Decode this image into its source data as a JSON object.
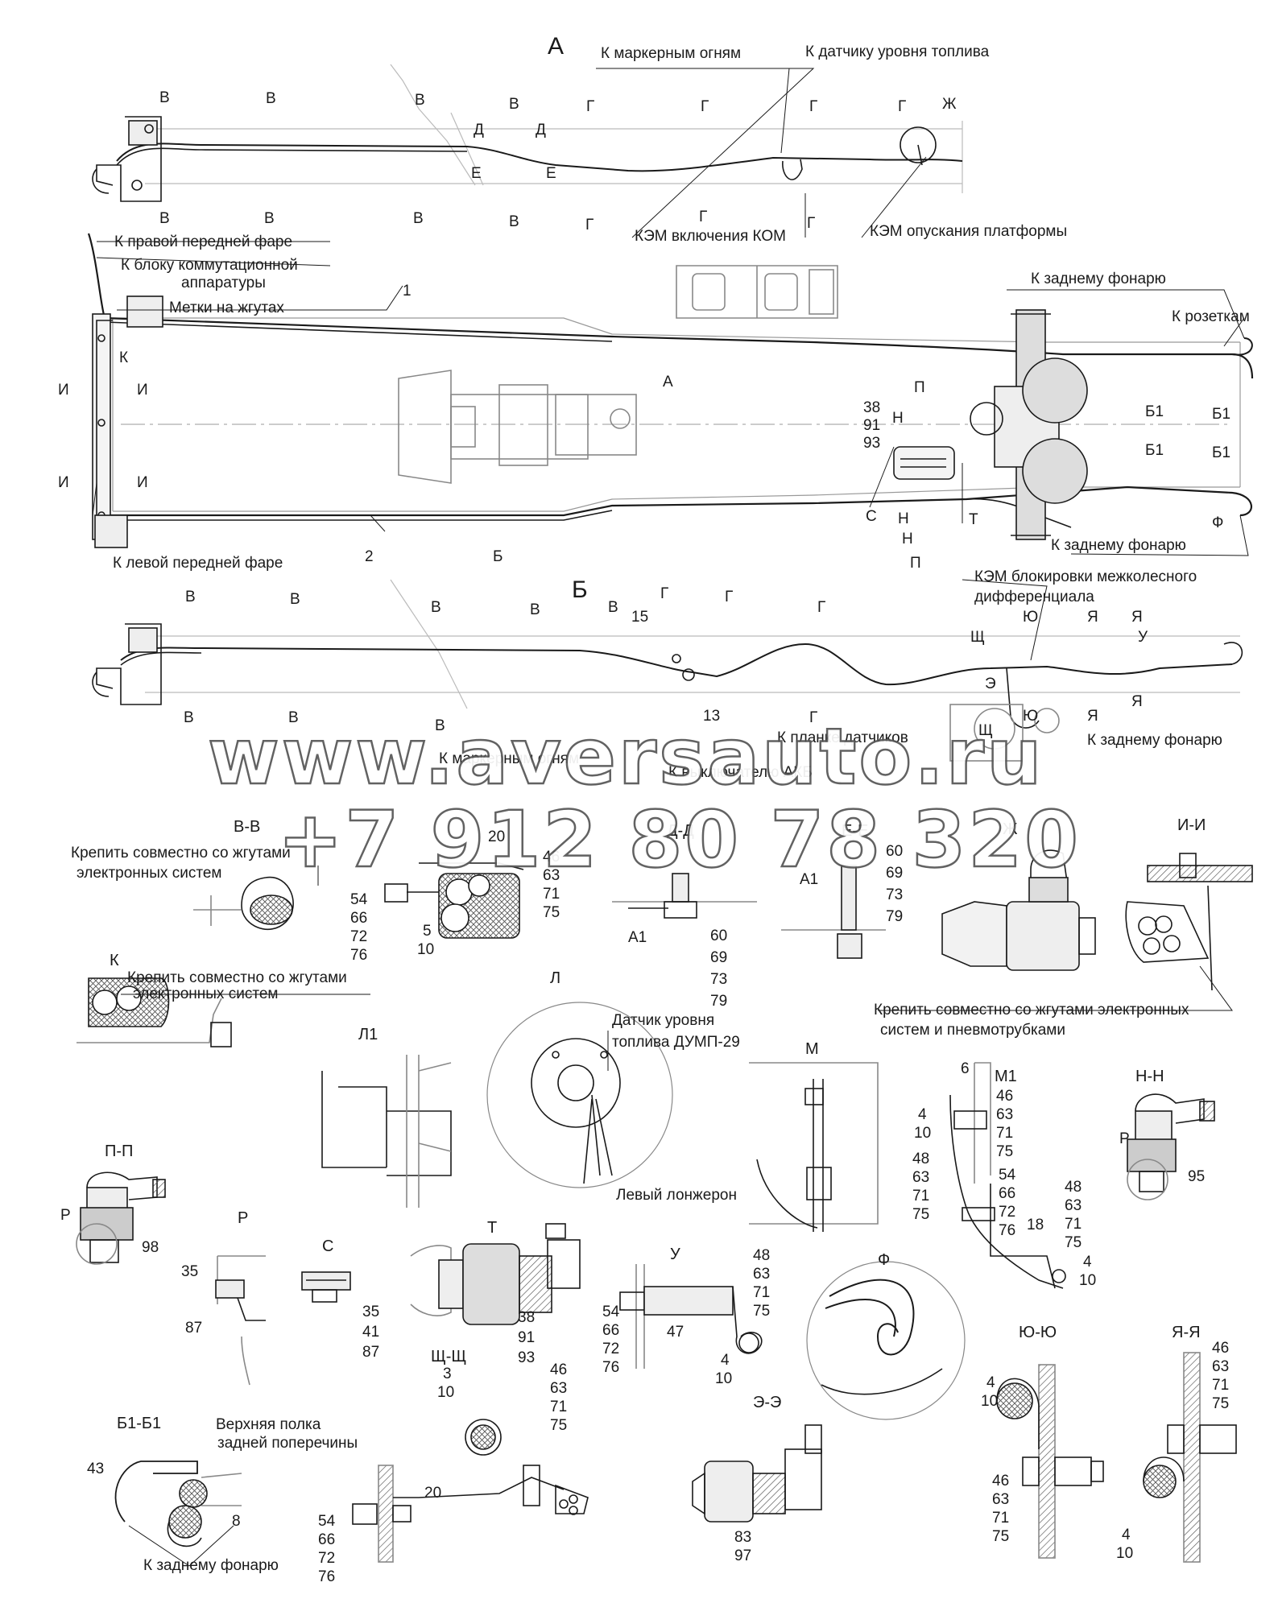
{
  "views": {
    "a": "А",
    "b": "Б",
    "a_arrow": "А",
    "b_arrow": "Б",
    "bb": "В-В",
    "dd": "Д-Д",
    "ee": "Е-Е",
    "zh": "Ж",
    "ii": "И-И",
    "k": "К",
    "l": "Л",
    "l1": "Л1",
    "m": "М",
    "m1": "М1",
    "nn": "Н-Н",
    "pp": "П-П",
    "r": "Р",
    "s": "С",
    "t": "Т",
    "u": "У",
    "f": "Ф",
    "yuyu": "Ю-Ю",
    "yaya": "Я-Я",
    "b1b1": "Б1-Б1",
    "shsh": "Щ-Щ",
    "ee2": "Э-Э",
    "g": "Г",
    "v": "В",
    "d": "Д",
    "e": "Е",
    "n": "Н",
    "p": "П",
    "i": "И",
    "b1": "Б1",
    "yu": "Ю",
    "ya": "Я",
    "sh": "Щ",
    "e3": "Э",
    "u2": "У",
    "p2": "Р",
    "a1": "А1"
  },
  "labels": {
    "marker_lights": "К маркерным огням",
    "fuel_sensor": "К датчику уровня топлива",
    "kem_kom": "КЭМ включения КОМ",
    "kem_platform": "КЭМ опускания платформы",
    "right_headlight": "К правой передней фаре",
    "switch_block_1": "К блоку коммутационной",
    "switch_block_2": "аппаратуры",
    "harness_marks": "Метки на жгутах",
    "rear_lamp": "К заднему фонарю",
    "sockets": "К розеткам",
    "left_headlight": "К левой передней фаре",
    "kem_diff_1": "КЭМ блокировки межколесного",
    "kem_diff_2": "дифференциала",
    "sensor_bar": "К планке датчиков",
    "battery_switch": "К выключателю АКБ",
    "fix_electronic_1": "Крепить совместно со жгутами",
    "fix_electronic_2": "электронных систем",
    "fix_pneumo_1": "Крепить совместно со жгутами электронных",
    "fix_pneumo_2": "систем и пневмотрубками",
    "fuel_gauge_1": "Датчик уровня",
    "fuel_gauge_2": "топлива ДУМП-29",
    "left_spar": "Левый лонжерон",
    "upper_shelf_1": "Верхняя полка",
    "upper_shelf_2": "задней поперечины"
  },
  "positions": {
    "n1": "1",
    "n2": "2",
    "n3": "3",
    "n4": "4",
    "n5": "5",
    "n6": "6",
    "n8": "8",
    "n10": "10",
    "n13": "13",
    "n15": "15",
    "n18": "18",
    "n20": "20",
    "n35": "35",
    "n38": "38",
    "n43": "43",
    "n47": "47",
    "n48": "48",
    "n54": "54",
    "n87": "87",
    "n91": "91",
    "n93": "93",
    "n95": "95",
    "n98": "98",
    "n46": "46",
    "n60": "60",
    "n83": "83",
    "n97": "97",
    "stack_a": [
      "46",
      "63",
      "71",
      "75"
    ],
    "stack_b": [
      "54",
      "66",
      "72",
      "76"
    ],
    "stack_c": [
      "60",
      "69",
      "73",
      "79"
    ],
    "stack_d": [
      "48",
      "63",
      "71",
      "75"
    ],
    "stack_e": [
      "38",
      "91",
      "93"
    ],
    "stack_f": [
      "35",
      "41",
      "87"
    ],
    "stack_g": [
      "4",
      "10"
    ],
    "stack_h": [
      "3",
      "10"
    ],
    "stack_i": [
      "83",
      "97"
    ],
    "stack_j": [
      "5",
      "10"
    ]
  },
  "watermark": {
    "url": "www.aversauto.ru",
    "phone": "+7 912 80 78 320"
  },
  "colors": {
    "line": "#1a1a1a",
    "fill_gray": "#d9d9d9",
    "hatch": "#555555"
  }
}
